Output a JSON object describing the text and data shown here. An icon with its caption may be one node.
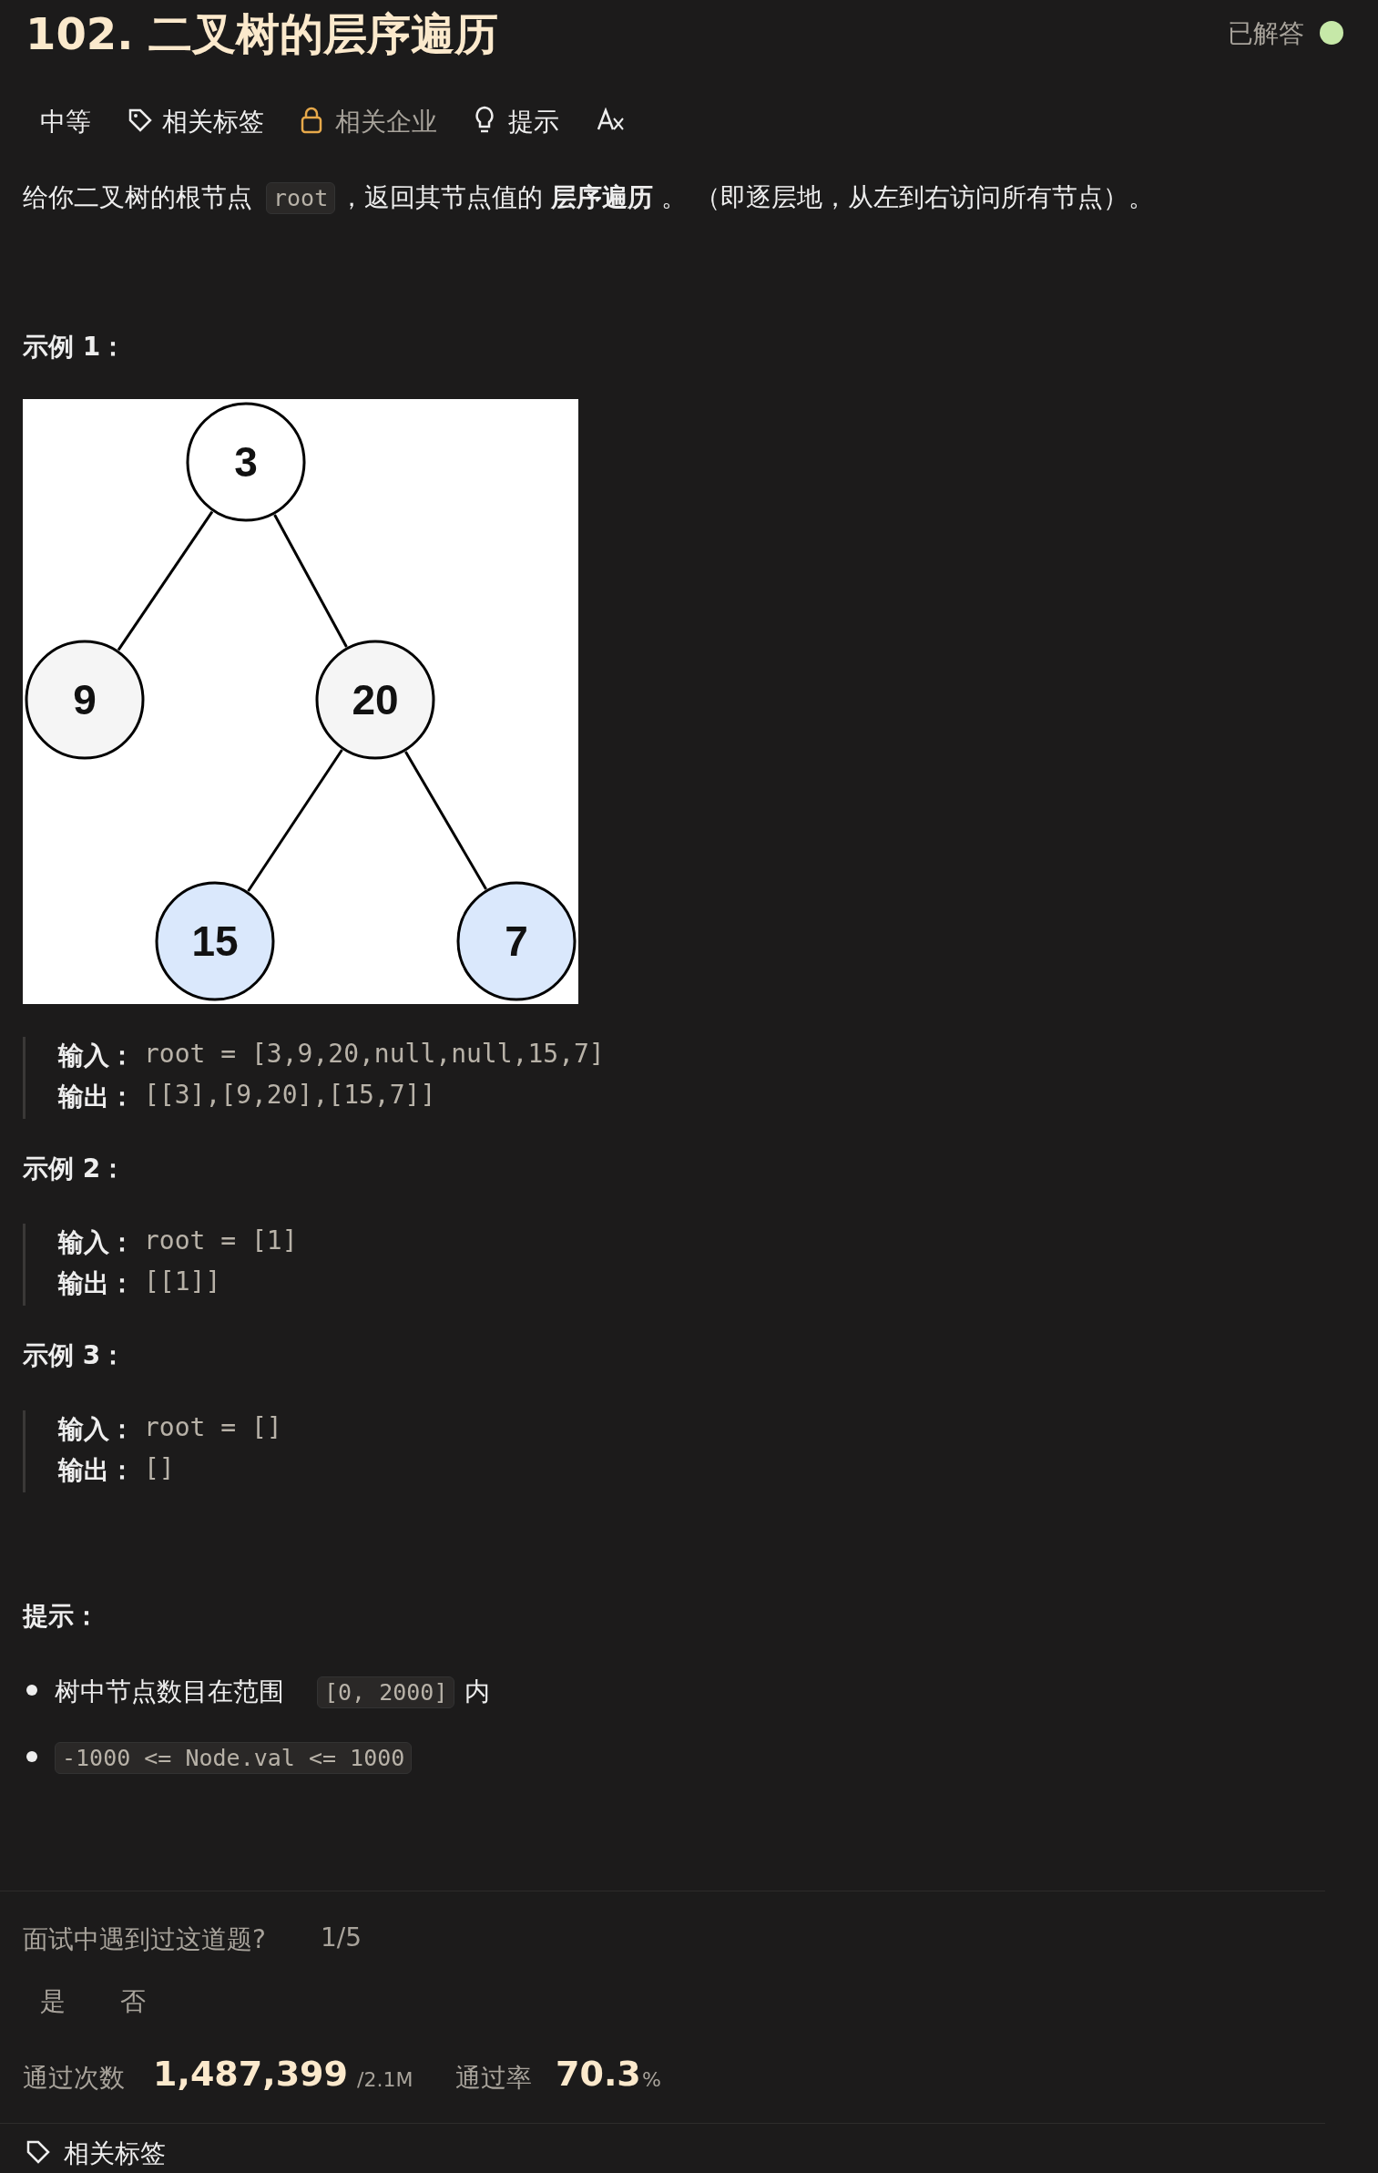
{
  "diagram": {
    "title": "102. 二叉树的层序遍历",
    "nodes": [
      {
        "text": [
          "3"
        ]
      },
      {
        "text": [
          "9"
        ]
      },
      {
        "text": [
          "20"
        ]
      },
      {
        "text": [
          "15"
        ]
      },
      {
        "text": [
          "7"
        ]
      }
    ],
    "edges": [
      {
        "from": 0,
        "to": 1,
        "arrow": "none"
      },
      {
        "from": 0,
        "to": 2,
        "arrow": "none"
      },
      {
        "from": 2,
        "to": 3,
        "arrow": "none"
      },
      {
        "from": 2,
        "to": 4,
        "arrow": "none"
      }
    ],
    "labels": [
      "已解答",
      "中等",
      "相关标签",
      "相关企业",
      "提示",
      "给你二叉树的根节点",
      "root",
      "，返回其节点值的 **层序遍历** 。 （即逐层地，从左到右访问所有节点）。",
      "示例 1：",
      "输入：",
      "root = [3,9,20,null,null,15,7]",
      "输出：",
      "[[3],[9,20],[15,7]]",
      "示例 2：",
      "输入：",
      "root = [1]",
      "输出：",
      "[[1]]",
      "示例 3：",
      "输入：",
      "root = []",
      "输出：",
      "[]",
      "提示：",
      "树中节点数目在范围",
      "[0, 2000]",
      "内",
      "-1000 <= Node.val <= 1000",
      "面试中遇到过这道题?",
      "1/5",
      "是",
      "否",
      "通过次数",
      "1,487,399",
      "/2.1M",
      "通过率",
      "70.3",
      "%",
      "相关标签"
    ]
  }
}
